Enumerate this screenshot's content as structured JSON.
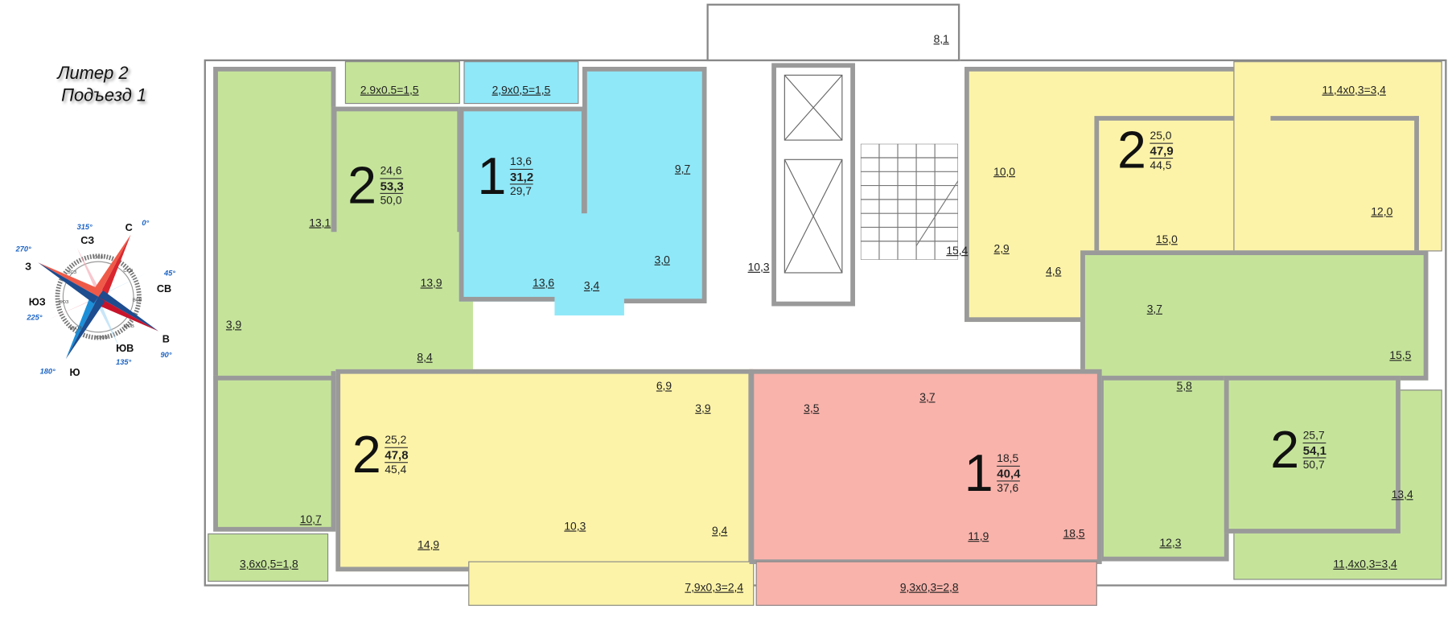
{
  "header": {
    "line1": "Литер 2",
    "line2": "Подъезд 1"
  },
  "compass": {
    "north": "С",
    "east": "В",
    "south": "Ю",
    "west": "З",
    "northwest": "СЗ",
    "northeast": "СВ",
    "southeast": "ЮВ",
    "southwest": "ЮЗ",
    "deg_north": "0°",
    "deg_east": "90°",
    "deg_south": "180°",
    "deg_west": "270°",
    "deg_nw": "315°",
    "deg_ne": "45°",
    "deg_se": "135°",
    "deg_sw": "225°",
    "minor": [
      "ССЗ",
      "ССВ",
      "ВСВ",
      "ВЮВ",
      "ЮЮВ",
      "ЮЮЗ",
      "ЗЮЗ",
      "ЗСЗ"
    ],
    "colors": {
      "north": "#d9262e",
      "south": "#1d8fd8",
      "dark": "#1d4c8f"
    }
  },
  "apartments": [
    {
      "rooms": "2",
      "living": "24,6",
      "total": "53,3",
      "net": "50,0",
      "color": "#c5e49a"
    },
    {
      "rooms": "1",
      "living": "13,6",
      "total": "31,2",
      "net": "29,7",
      "color": "#8fe8f8"
    },
    {
      "rooms": "2",
      "living": "25,0",
      "total": "47,9",
      "net": "44,5",
      "color": "#fdf3a8"
    },
    {
      "rooms": "2",
      "living": "25,2",
      "total": "47,8",
      "net": "45,4",
      "color": "#fdf3a8"
    },
    {
      "rooms": "1",
      "living": "18,5",
      "total": "40,4",
      "net": "37,6",
      "color": "#f9b3ab"
    },
    {
      "rooms": "2",
      "living": "25,7",
      "total": "54,1",
      "net": "50,7",
      "color": "#c5e49a"
    }
  ],
  "areas": [
    "13,1",
    "13,9",
    "3,9",
    "8,4",
    "13,6",
    "9,7",
    "3,0",
    "3,4",
    "10,3",
    "8,1",
    "15,4",
    "10,0",
    "2,9",
    "4,6",
    "15,0",
    "12,0",
    "3,7",
    "15,5",
    "5,8",
    "13,4",
    "12,3",
    "18,5",
    "11,9",
    "3,7",
    "3,5",
    "3,9",
    "6,9",
    "10,3",
    "9,4",
    "14,9",
    "10,7"
  ],
  "balconies": [
    "2.9x0.5=1,5",
    "2,9x0,5=1,5",
    "11,4x0,3=3,4",
    "11,4x0,3=3,4",
    "3,6x0,5=1,8",
    "7,9x0,3=2,4",
    "9,3x0,3=2,8"
  ]
}
